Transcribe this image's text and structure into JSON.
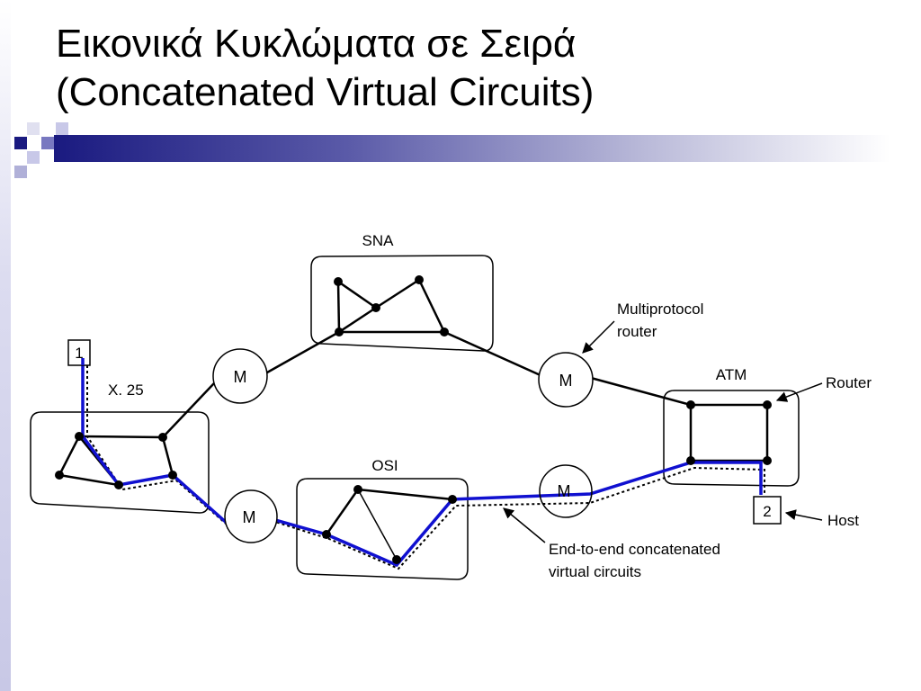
{
  "slide": {
    "title_line1": "Εικονικά Κυκλώματα σε Σειρά",
    "title_line2": "(Concatenated Virtual Circuits)"
  },
  "diagram": {
    "networks": {
      "sna": "SNA",
      "x25": "X. 25",
      "osi": "OSI",
      "atm": "ATM"
    },
    "router_label": "M",
    "hosts": {
      "h1": "1",
      "h2": "2"
    },
    "callouts": {
      "multiprotocol_line1": "Multiprotocol",
      "multiprotocol_line2": "router",
      "router": "Router",
      "host": "Host",
      "e2e_line1": "End-to-end concatenated",
      "e2e_line2": "virtual circuits"
    },
    "colors": {
      "path": "#1010d0",
      "accent": "#1a1a80"
    }
  }
}
